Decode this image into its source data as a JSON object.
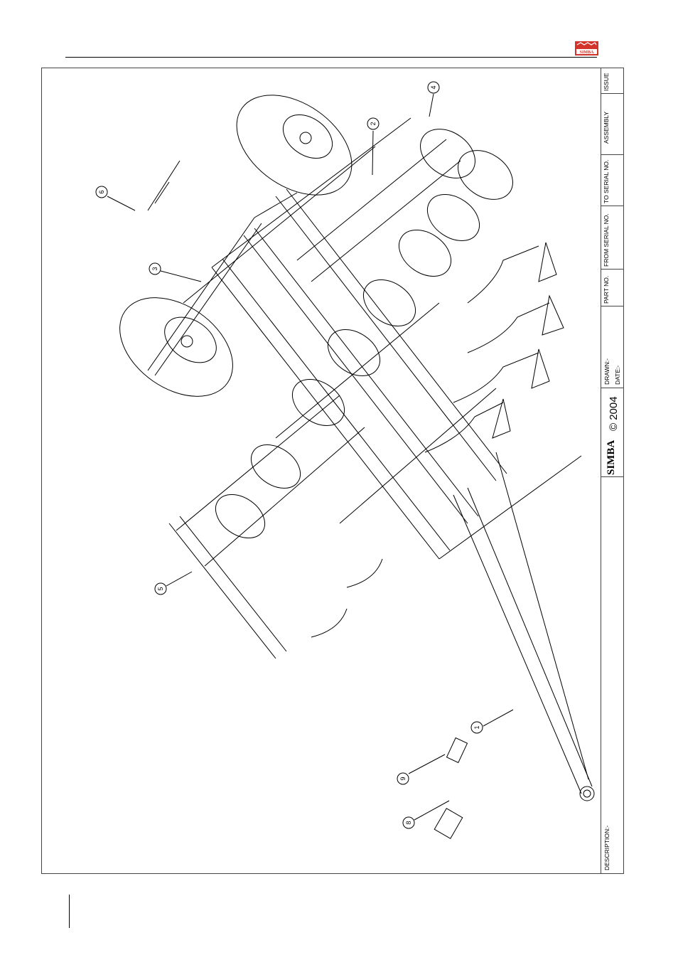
{
  "header": {
    "logo_text": "SIMBA"
  },
  "title_block": {
    "issue_label": "ISSUE",
    "assembly_label": "ASSEMBLY",
    "to_serial_label": "TO SERIAL NO.",
    "from_serial_label": "FROM SERIAL NO.",
    "part_no_label": "PART NO.",
    "drawn_label": "DRAWN:-",
    "date_label": "DATE:-",
    "brand": "SIMBA",
    "copyright": "© 2004",
    "description_label": "DESCRIPTION:-"
  },
  "callouts": [
    "1",
    "2",
    "3",
    "4",
    "5",
    "6",
    "8",
    "9"
  ],
  "colors": {
    "logo_red": "#d2332a",
    "line": "#000000"
  }
}
